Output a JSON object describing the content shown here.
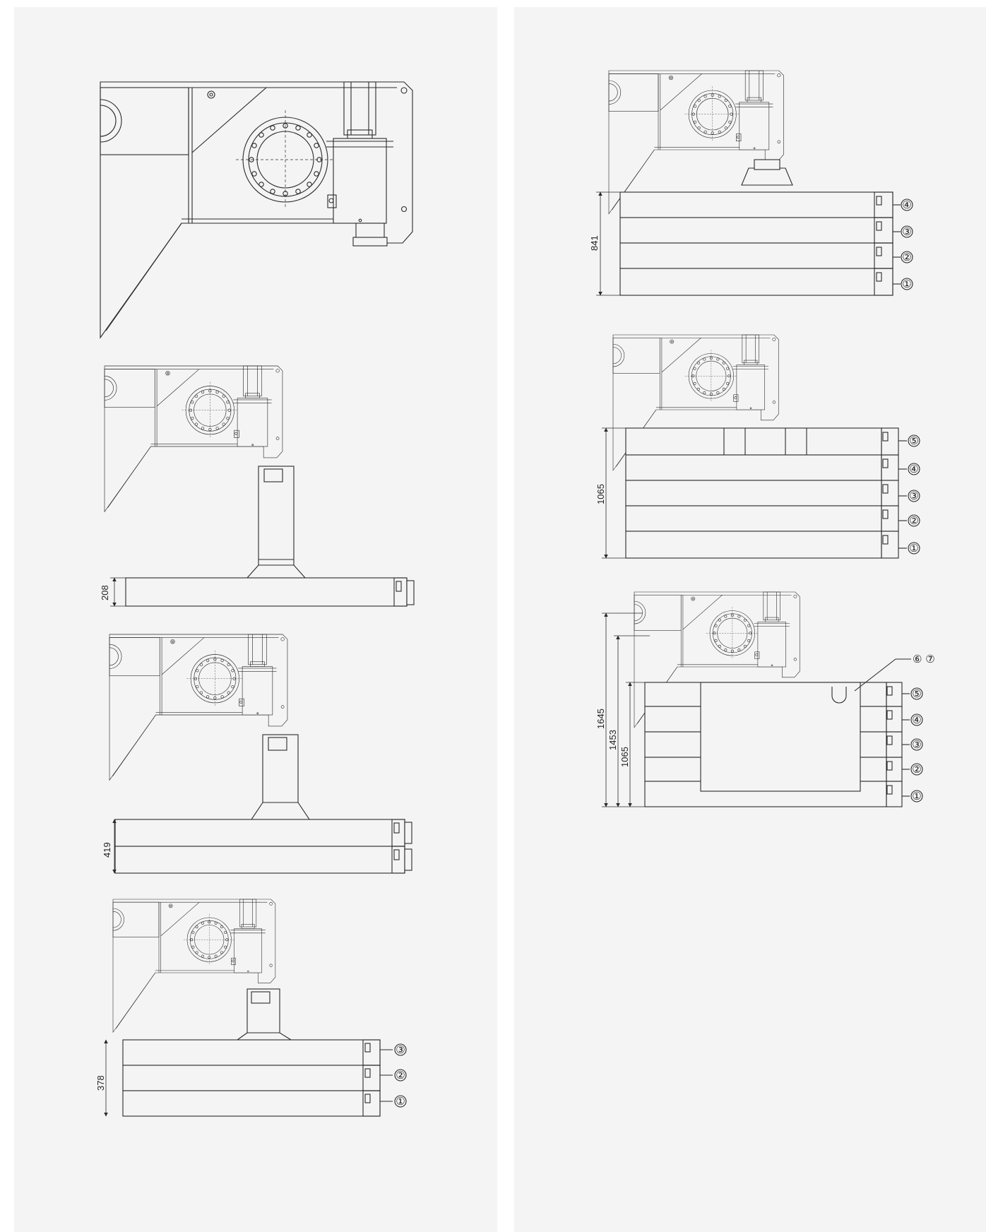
{
  "colors": {
    "background": "#ffffff",
    "panel": "#f4f4f4",
    "line": "#2a2a2a"
  },
  "left_panel": {
    "drawings": [
      {
        "id": "machine-only",
        "dimension": null,
        "callouts": []
      },
      {
        "id": "one-plate",
        "dimension": "208",
        "callouts": []
      },
      {
        "id": "two-plates",
        "dimension": "419",
        "callouts": []
      },
      {
        "id": "three-plates",
        "dimension": "378",
        "callouts": [
          "③",
          "②",
          "①"
        ]
      }
    ]
  },
  "right_panel": {
    "drawings": [
      {
        "id": "four-plates",
        "dimension": "841",
        "callouts": [
          "④",
          "③",
          "②",
          "①"
        ]
      },
      {
        "id": "five-plates",
        "dimension": "1065",
        "callouts": [
          "⑤",
          "④",
          "③",
          "②",
          "①"
        ]
      },
      {
        "id": "five-plates-with-block",
        "dimensions": [
          "1645",
          "1453",
          "1065"
        ],
        "callouts": [
          "⑥ ⑦",
          "⑤",
          "④",
          "③",
          "②",
          "①"
        ]
      }
    ]
  }
}
